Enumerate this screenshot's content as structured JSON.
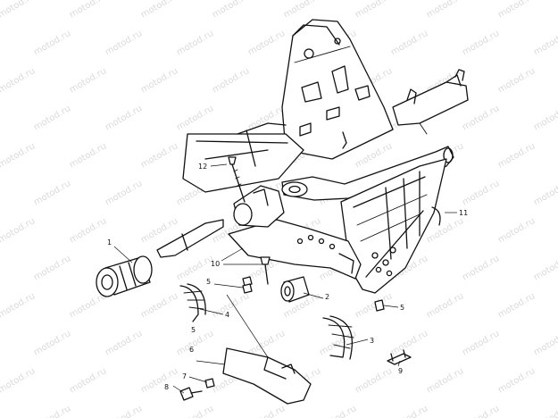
{
  "diagram": {
    "watermark_text": "motod.ru",
    "callouts": [
      {
        "id": "c1",
        "label": "1"
      },
      {
        "id": "c2",
        "label": "2"
      },
      {
        "id": "c3",
        "label": "3"
      },
      {
        "id": "c4",
        "label": "4"
      },
      {
        "id": "c5a",
        "label": "5"
      },
      {
        "id": "c5b",
        "label": "5"
      },
      {
        "id": "c5c",
        "label": "5"
      },
      {
        "id": "c6",
        "label": "6"
      },
      {
        "id": "c7",
        "label": "7"
      },
      {
        "id": "c8",
        "label": "8"
      },
      {
        "id": "c9",
        "label": "9"
      },
      {
        "id": "c10",
        "label": "10"
      },
      {
        "id": "c11",
        "label": "11"
      },
      {
        "id": "c12",
        "label": "12"
      }
    ]
  }
}
